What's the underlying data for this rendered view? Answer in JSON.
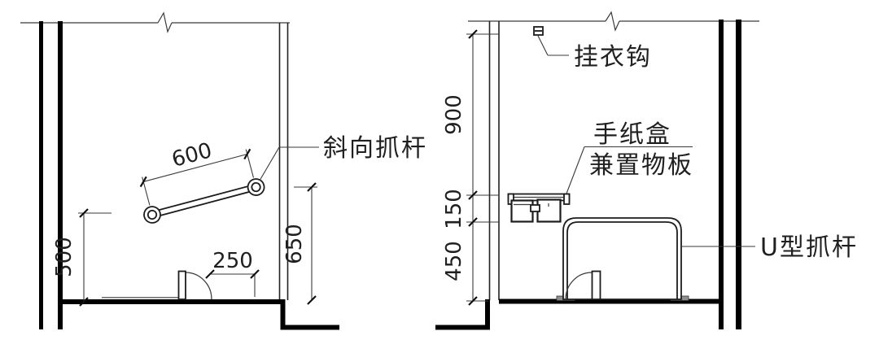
{
  "drawing": {
    "type": "architectural-elevation-detail",
    "colors": {
      "line": "#1c1c1c",
      "background": "#ffffff"
    },
    "left_panel": {
      "label_grab_bar": "斜向抓杆",
      "dim_bar_length": "600",
      "dim_height_low_end": "500",
      "dim_door_clearance": "250",
      "dim_height_high_end": "650"
    },
    "right_panel": {
      "label_coat_hook": "挂衣钩",
      "label_paper_box_line1": "手纸盒",
      "label_paper_box_line2": "兼置物板",
      "label_u_bar": "U型抓杆",
      "dim_hook_height": "900",
      "dim_shelf_gap": "150",
      "dim_bar_height": "450"
    }
  }
}
